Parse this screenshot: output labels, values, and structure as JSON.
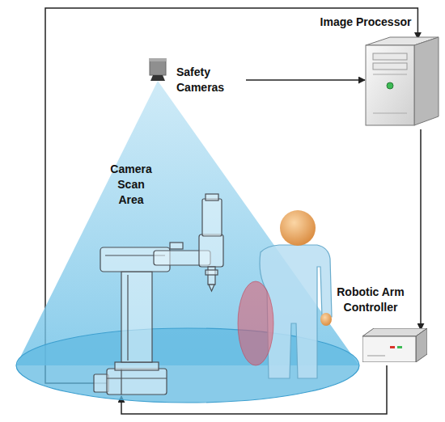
{
  "diagram": {
    "nodes": [
      {
        "text": [
          "Image Processor"
        ]
      },
      {
        "text": [
          "Safety Cameras"
        ]
      },
      {
        "text": [
          "Camera Scan Area"
        ]
      },
      {
        "text": [
          "Robotic Arm Controller"
        ]
      }
    ],
    "edges": [
      {
        "from": 1,
        "to": 0,
        "arrow": "to"
      },
      {
        "from": 0,
        "to": 3,
        "arrow": "to"
      },
      {
        "from": 3,
        "to": 2,
        "arrow": "to"
      },
      {
        "from": 2,
        "to": 0,
        "arrow": "to"
      }
    ]
  }
}
